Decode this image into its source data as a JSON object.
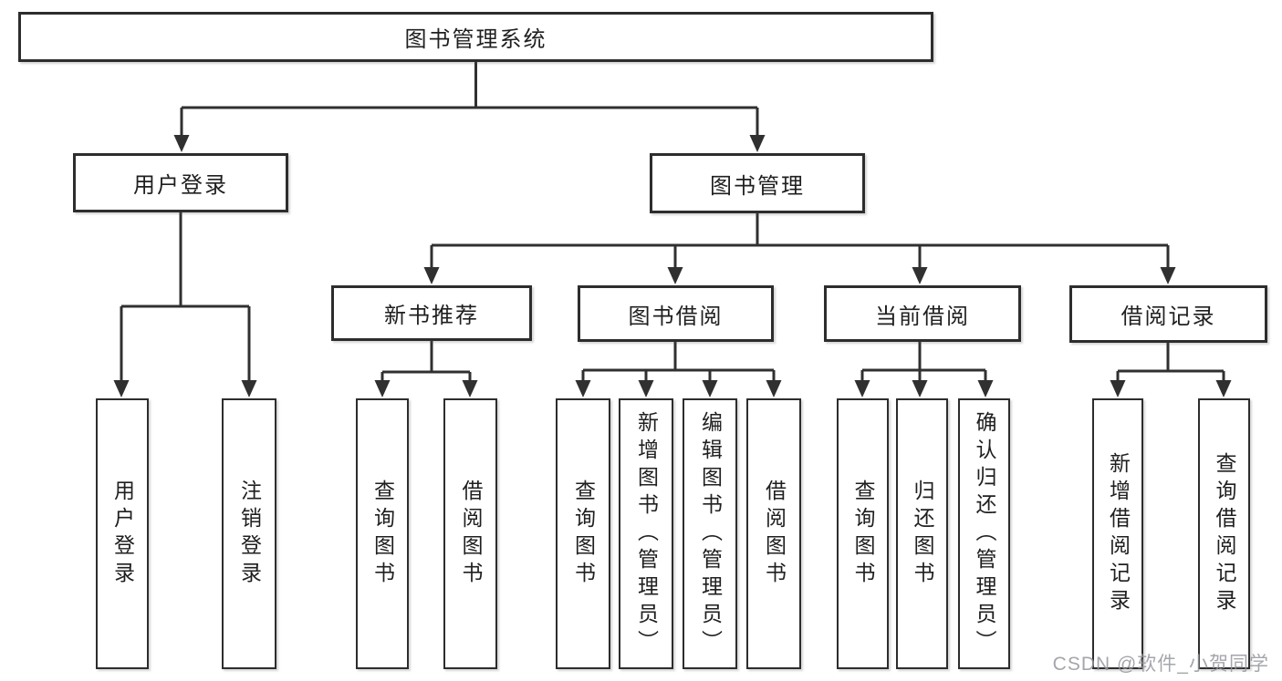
{
  "diagram": {
    "root": {
      "label": "图书管理系统"
    },
    "branches": [
      {
        "label": "用户登录",
        "children": [
          {
            "label": "用户登录"
          },
          {
            "label": "注销登录"
          }
        ]
      },
      {
        "label": "图书管理",
        "children": [
          {
            "label": "新书推荐",
            "children": [
              {
                "label": "查询图书"
              },
              {
                "label": "借阅图书"
              }
            ]
          },
          {
            "label": "图书借阅",
            "children": [
              {
                "label": "查询图书"
              },
              {
                "label": "新增图书（管理员）"
              },
              {
                "label": "编辑图书（管理员）"
              },
              {
                "label": "借阅图书"
              }
            ]
          },
          {
            "label": "当前借阅",
            "children": [
              {
                "label": "查询图书"
              },
              {
                "label": "归还图书"
              },
              {
                "label": "确认归还（管理员）"
              }
            ]
          },
          {
            "label": "借阅记录",
            "children": [
              {
                "label": "新增借阅记录"
              },
              {
                "label": "查询借阅记录"
              }
            ]
          }
        ]
      }
    ]
  },
  "watermark": {
    "text": "CSDN @软件_小贺同学"
  },
  "colors": {
    "line": "#303030",
    "box_border": "#2d2d2d",
    "text": "#1f1f1f",
    "watermark": "#94969c",
    "background": "#ffffff"
  }
}
